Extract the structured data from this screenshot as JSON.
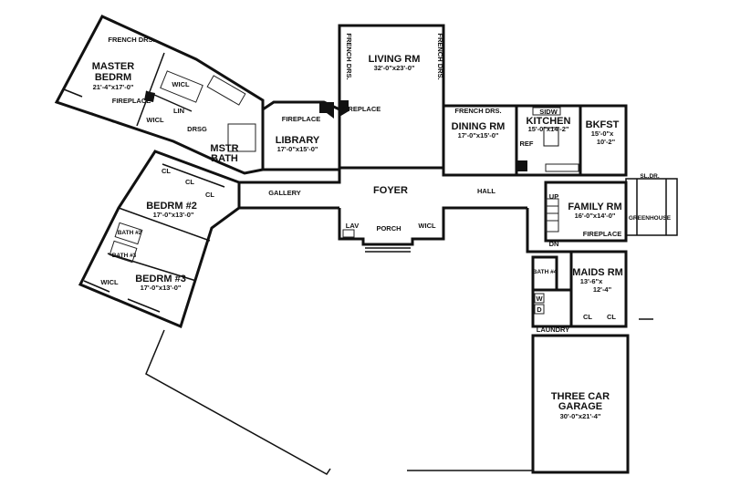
{
  "rooms": {
    "master_bedroom": {
      "name_line1": "MASTER",
      "name_line2": "BEDRM",
      "dims": "21'-4\"x17'-0\""
    },
    "living_room": {
      "name": "LIVING RM",
      "dims": "32'-0\"x23'-0\""
    },
    "dining_room": {
      "name": "DINING RM",
      "dims": "17'-0\"x15'-0\""
    },
    "kitchen": {
      "name": "KITCHEN",
      "dims": "15'-0\"x14'-2\""
    },
    "breakfast": {
      "name": "BKFST",
      "dims_line1": "15'-0\"x",
      "dims_line2": "10'-2\""
    },
    "library": {
      "name": "LIBRARY",
      "dims": "17'-0\"x15'-0\""
    },
    "master_bath": {
      "name_line1": "MSTR",
      "name_line2": "BATH"
    },
    "bedroom2": {
      "name": "BEDRM #2",
      "dims": "17'-0\"x13'-0\""
    },
    "bedroom3": {
      "name": "BEDRM #3",
      "dims": "17'-0\"x13'-0\""
    },
    "family_room": {
      "name": "FAMILY RM",
      "dims": "16'-0\"x14'-0\""
    },
    "maids_room": {
      "name": "MAIDS RM",
      "dims_line1": "13'-6\"x",
      "dims_line2": "12'-4\""
    },
    "garage": {
      "name_line1": "THREE CAR",
      "name_line2": "GARAGE",
      "dims": "30'-0\"x21'-4\""
    }
  },
  "labels": {
    "french_drs": "FRENCH DRS.",
    "fireplace": "FIREPLACE",
    "wicl": "WICL",
    "lin": "LIN",
    "drsg": "DRSG",
    "cl": "CL",
    "gallery": "GALLERY",
    "foyer": "FOYER",
    "hall": "HALL",
    "lav": "LAV",
    "porch": "PORCH",
    "sidw": "SIDW",
    "ref": "REF",
    "sl_dr": "SL.DR.",
    "greenhouse": "GREENHOUSE",
    "up": "UP",
    "dn": "DN",
    "bath2": "BATH #2",
    "bath3": "BATH #3",
    "bath4": "BATH #4",
    "w": "W",
    "d": "D",
    "laundry": "LAUNDRY"
  }
}
